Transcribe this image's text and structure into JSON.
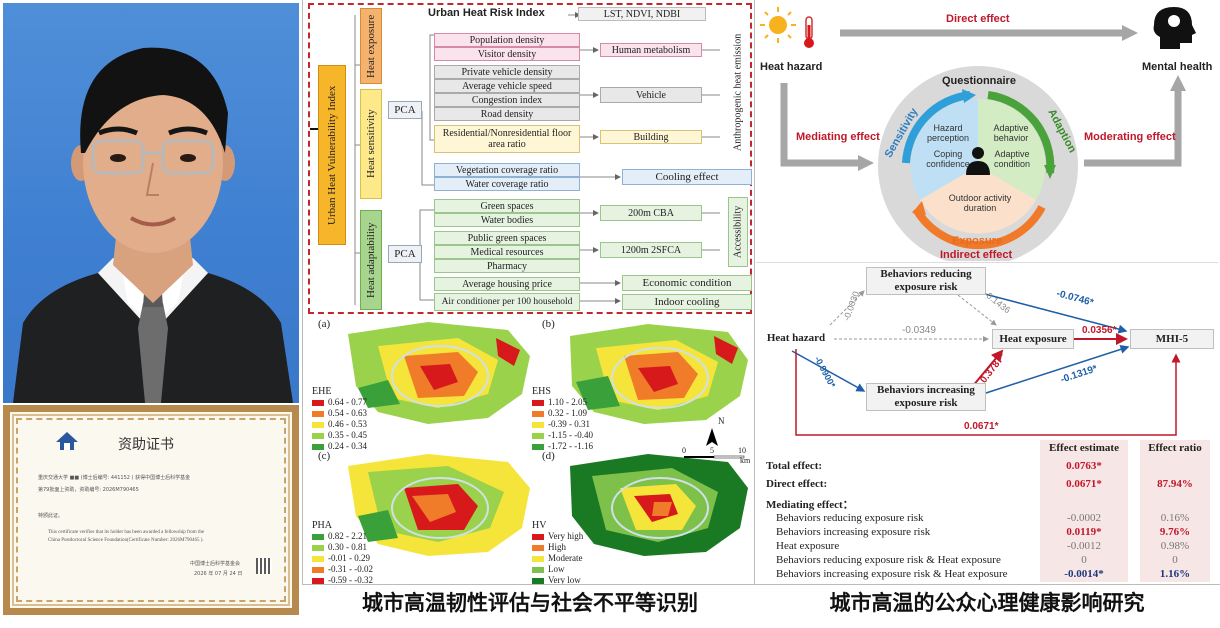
{
  "certificate": {
    "title": "资助证书",
    "line1": "重庆交通大学 ■■ (博士后编号: 441152 ) 获得中国博士后科学基金",
    "line2": "第79批面上资助，资助编号: 2026M790465",
    "line3": "特颁此证。",
    "line4": "This certificate verifies that its holder has been awarded a fellowship from the",
    "line5": "China Postdoctoral Science Foundation(Certificate Number: 2026M790465 ).",
    "issuer": "中国博士后科学基金会",
    "date": "2026 年 07 月 24 日"
  },
  "framework": {
    "title": "Urban Heat Risk Index",
    "inputs": "LST, NDVI, NDBI",
    "vulnerability_index": "Urban Heat Vulnerability Index",
    "heat_exposure": "Heat exposure",
    "heat_sensitivity": "Heat sensitivity",
    "heat_adaptability": "Heat adaptability",
    "pca_1": "PCA",
    "pca_2": "PCA",
    "pop_density": "Population density",
    "visitor_density": "Visitor density",
    "private_vehicle_density": "Private vehicle density",
    "avg_vehicle_speed": "Average vehicle speed",
    "congestion_index": "Congestion index",
    "road_density": "Road density",
    "floor_area_ratio": "Residential/Nonresidential floor area ratio",
    "vegetation_ratio": "Vegetation coverage ratio",
    "water_ratio": "Water coverage ratio",
    "green_spaces": "Green spaces",
    "water_bodies": "Water bodies",
    "public_green": "Public green spaces",
    "medical": "Medical resources",
    "pharmacy": "Pharmacy",
    "housing_price": "Average housing price",
    "air_conditioner": "Air conditioner per 100 household",
    "human_metabolism": "Human metabolism",
    "vehicle": "Vehicle",
    "building": "Building",
    "anthropogenic": "Anthropogenic heat emission",
    "cooling_effect": "Cooling effect",
    "cba": "200m CBA",
    "sfca": "1200m 2SFCA",
    "accessibility": "Accessibility",
    "economic": "Economic condition",
    "indoor": "Indoor cooling"
  },
  "maps": {
    "panel_a": "(a)",
    "panel_b": "(b)",
    "panel_c": "(c)",
    "panel_d": "(d)",
    "ehe_title": "EHE",
    "ehe_items": [
      "0.64 - 0.77",
      "0.54 - 0.63",
      "0.46 - 0.53",
      "0.35 - 0.45",
      "0.24 - 0.34"
    ],
    "ehs_title": "EHS",
    "ehs_items": [
      "1.10 - 2.05",
      "0.32 - 1.09",
      "-0.39 - 0.31",
      "-1.15 - -0.40",
      "-1.72 - -1.16"
    ],
    "pha_title": "PHA",
    "pha_items": [
      "0.82 - 2.21",
      "0.30 - 0.81",
      "-0.01 - 0.29",
      "-0.31 - -0.02",
      "-0.59 - -0.32"
    ],
    "hv_title": "HV",
    "hv_items": [
      "Very high",
      "High",
      "Moderate",
      "Low",
      "Very low"
    ],
    "north": "N",
    "scale_0": "0",
    "scale_5": "5",
    "scale_10": "10",
    "scale_unit": "km",
    "colors_5": [
      "#d7191c",
      "#f07c2a",
      "#f5e53a",
      "#9bd24b",
      "#3aa13a"
    ],
    "colors_hv": [
      "#d7191c",
      "#f07c2a",
      "#f5e53a",
      "#7dc04a",
      "#1a7a24"
    ]
  },
  "mental": {
    "heat_hazard": "Heat hazard",
    "mental_health": "Mental health",
    "direct_effect": "Direct effect",
    "mediating_effect": "Mediating effect",
    "moderating_effect": "Moderating effect",
    "questionnaire": "Questionnaire",
    "sensitivity": "Sensitivity",
    "adaption": "Adaption",
    "exposure": "Exposure",
    "indirect_effect": "Indirect effect",
    "hazard_perception": "Hazard perception",
    "coping_confidence": "Coping confidence",
    "adaptive_behavior": "Adaptive behavior",
    "adaptive_condition": "Adaptive condition",
    "outdoor_activity": "Outdoor activity duration"
  },
  "mediation": {
    "heat_hazard": "Heat hazard",
    "heat_exposure": "Heat exposure",
    "mhi5": "MHI-5",
    "reducing": "Behaviors reducing exposure risk",
    "increasing": "Behaviors increasing exposure risk",
    "c_hh_red": "-0.0030",
    "c_red_he": "-0.1436",
    "c_hh_he": "-0.0349",
    "c_red_mhi": "-0.0746*",
    "c_he_mhi": "0.0356*",
    "c_hh_inc": "-0.0900*",
    "c_inc_he": "0.3787*",
    "c_inc_mhi": "-0.1319*",
    "c_direct": "0.0671*"
  },
  "table": {
    "h_effect": "Effect estimate",
    "h_ratio": "Effect ratio",
    "rows": [
      {
        "label": "Total effect:",
        "est": "0.0763*",
        "ratio": ""
      },
      {
        "label": "Direct effect:",
        "est": "0.0671*",
        "ratio": "87.94%"
      },
      {
        "label": "Mediating effect：",
        "est": "",
        "ratio": ""
      },
      {
        "label": "Behaviors reducing exposure risk",
        "est": "-0.0002",
        "ratio": "0.16%"
      },
      {
        "label": "Behaviors increasing exposure risk",
        "est": "0.0119*",
        "ratio": "9.76%"
      },
      {
        "label": "Heat exposure",
        "est": "-0.0012",
        "ratio": "0.98%"
      },
      {
        "label": "Behaviors reducing exposure risk  & Heat exposure",
        "est": "0",
        "ratio": "0"
      },
      {
        "label": "Behaviors increasing exposure risk  & Heat exposure",
        "est": "-0.0014*",
        "ratio": "1.16%"
      }
    ]
  },
  "captions": {
    "left": "城市高温韧性评估与社会不平等识别",
    "right": "城市高温的公众心理健康影响研究"
  }
}
